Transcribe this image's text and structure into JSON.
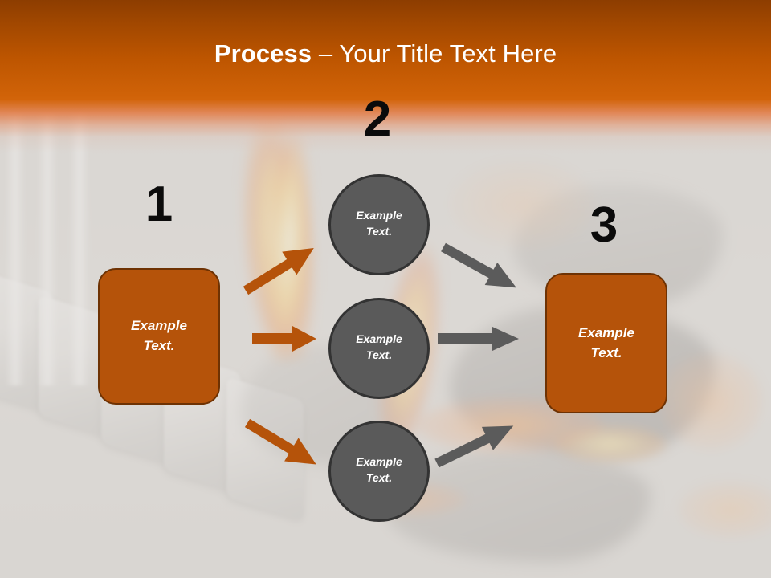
{
  "slide": {
    "title_strong": "Process",
    "title_rest": " – Your Title Text Here",
    "background_description": "faded forge fire with gears and glowing coals"
  },
  "colors": {
    "header_top": "#8d3d00",
    "header_mid": "#d2640a",
    "box_fill": "#b5530a",
    "box_border": "#6e3203",
    "circle_fill": "#5a5a5a",
    "circle_border": "#333333",
    "arrow_orange": "#b5530a",
    "arrow_gray": "#5b5b5b",
    "numeral": "#0b0b0b",
    "background_gray": "#d6d3cf"
  },
  "steps": [
    {
      "number": "1",
      "label_line1": "Example",
      "label_line2": "Text."
    },
    {
      "number": "2",
      "label_line1": "Example",
      "label_line2": "Text."
    },
    {
      "number": "3",
      "label_line1": "Example",
      "label_line2": "Text."
    }
  ],
  "nodes": {
    "input_box": {
      "line1": "Example",
      "line2": "Text."
    },
    "circle_top": {
      "line1": "Example",
      "line2": "Text."
    },
    "circle_middle": {
      "line1": "Example",
      "line2": "Text."
    },
    "circle_bottom": {
      "line1": "Example",
      "line2": "Text."
    },
    "output_box": {
      "line1": "Example",
      "line2": "Text."
    }
  },
  "arrows": {
    "in_up": {
      "icon": "arrow-up-right-icon",
      "color": "#b5530a"
    },
    "in_mid": {
      "icon": "arrow-right-icon",
      "color": "#b5530a"
    },
    "in_down": {
      "icon": "arrow-down-right-icon",
      "color": "#b5530a"
    },
    "out_down": {
      "icon": "arrow-down-right-icon",
      "color": "#5b5b5b"
    },
    "out_mid": {
      "icon": "arrow-right-icon",
      "color": "#5b5b5b"
    },
    "out_up": {
      "icon": "arrow-up-right-icon",
      "color": "#5b5b5b"
    }
  }
}
